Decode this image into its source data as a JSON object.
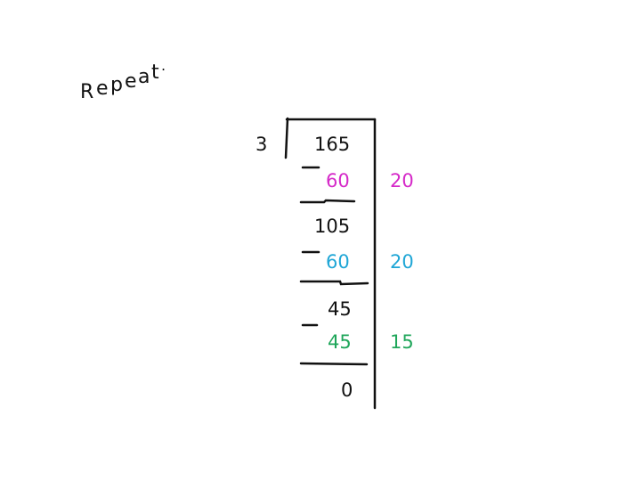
{
  "title": "Repeat.",
  "title_letters": [
    "R",
    "e",
    "p",
    "e",
    "a",
    "t",
    "."
  ],
  "divisor": "3",
  "dividend": "165",
  "steps": [
    {
      "subtract": "60",
      "quotient_part": "20",
      "color": "#d528c8",
      "remainder": "105"
    },
    {
      "subtract": "60",
      "quotient_part": "20",
      "color": "#1fa6d6",
      "remainder": "45"
    },
    {
      "subtract": "45",
      "quotient_part": "15",
      "color": "#1fa65a",
      "remainder": "0"
    }
  ],
  "colors": {
    "ink": "#111111",
    "step1": "#d528c8",
    "step2": "#1fa6d6",
    "step3": "#1fa65a"
  }
}
